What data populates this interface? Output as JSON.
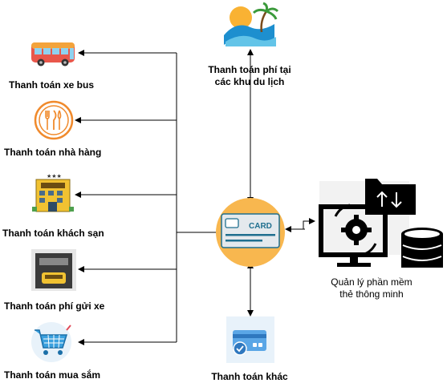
{
  "diagram": {
    "hub": {
      "card_text": "CARD"
    },
    "left_items": [
      {
        "label": "Thanh toán xe bus",
        "icon": "bus-icon"
      },
      {
        "label": "Thanh toán nhà hàng",
        "icon": "restaurant-icon"
      },
      {
        "label": "Thanh toán khách sạn",
        "icon": "hotel-icon"
      },
      {
        "label": "Thanh toán phí gửi xe",
        "icon": "parking-garage-icon"
      },
      {
        "label": "Thanh toán mua sắm",
        "icon": "shopping-cart-icon"
      }
    ],
    "top_item": {
      "label_line1": "Thanh toán phí tại",
      "label_line2": "các khu du lịch",
      "icon": "beach-icon"
    },
    "bottom_item": {
      "label": "Thanh toán khác",
      "icon": "payment-card-check-icon"
    },
    "right_item": {
      "label_line1": "Quản lý phần mềm",
      "label_line2": "thẻ thông minh",
      "icon": "computer-settings-database-icon"
    },
    "colors": {
      "hub_fill": "#f8b74f",
      "card_fill": "#e4e9ed",
      "card_accent": "#1f6f8f",
      "line": "#000000"
    }
  }
}
